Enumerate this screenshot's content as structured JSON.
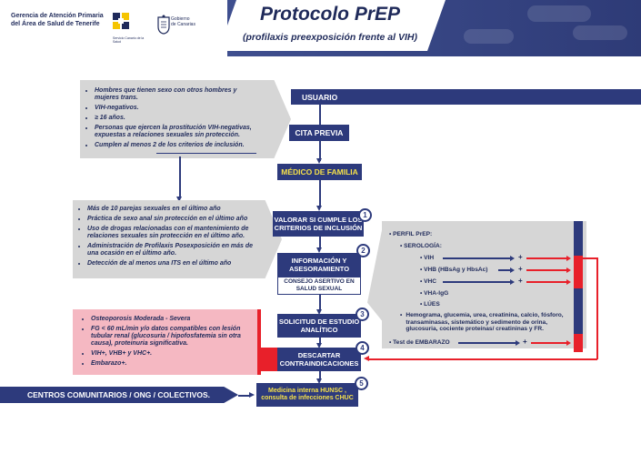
{
  "header": {
    "org_line1": "Gerencia de Atención Primaria",
    "org_line2": "del Área de Salud de Tenerife",
    "sms_text": "Servicio Canario de la Salud",
    "gob_line1": "Gobierno",
    "gob_line2": "de Canarias",
    "title": "Protocolo PrEP",
    "subtitle": "(profilaxis preexposición frente al VIH)"
  },
  "criteria_box": {
    "items": [
      "Hombres que tienen sexo con otros hombres y mujeres trans.",
      "VIH-negativos.",
      "≥ 16 años.",
      "Personas que ejercen la prostitución VIH-negativas, expuestas a relaciones sexuales sin protección.",
      "Cumplen al menos 2 de los criterios de inclusión."
    ]
  },
  "inclusion_box": {
    "items": [
      "Más de 10 parejas sexuales en el último año",
      "Práctica de sexo anal sin protección en el último año",
      "Uso de drogas relacionadas con el mantenimiento de relaciones sexuales sin protección en el último año.",
      "Administración de Profilaxis Posexposición en más de una ocasión en el último año.",
      "Detección de al menos una ITS en el último año"
    ]
  },
  "contra_box": {
    "items": [
      "Osteoporosis Moderada - Severa",
      "FG < 60 mL/min y/o datos compatibles con lesión tubular renal (glucosuria / hipofosfatemia sin otra causa), proteinuria significativa.",
      "VIH+, VHB+ y VHC+.",
      "Embarazo+."
    ]
  },
  "flow": {
    "usuario": "USUARIO",
    "cita": "CITA PREVIA",
    "medico": "MÉDICO DE FAMILIA",
    "valorar": "VALORAR SI CUMPLE LOS CRITERIOS DE INCLUSIÓN",
    "info": "INFORMACIÓN Y ASESORAMIENTO",
    "consejo": "CONSEJO ASERTIVO EN SALUD SEXUAL",
    "solicitud": "SOLICITUD DE ESTUDIO ANALÍTICO",
    "descartar": "DESCARTAR CONTRAINDICACIONES",
    "medicina": "Medicina interna HUNSC , consulta de infecciones CHUC",
    "centros": "CENTROS COMUNITARIOS / ONG / COLECTIVOS.",
    "n1": "1",
    "n2": "2",
    "n3": "3",
    "n4": "4",
    "n5": "5"
  },
  "perfil": {
    "title": "PERFIL PrEP:",
    "serologia": "SEROLOGÍA:",
    "vih": "VIH",
    "vhb": "VHB (HBsAg y HbsAc)",
    "vhc": "VHC",
    "vha": "VHA-IgG",
    "lues": "LÚES",
    "hemograma": "Hemograma, glucemia, urea, creatinina, calcio, fósforo, transaminasas, sistemático y sedimento de orina, glucosuria, cociente proteínas/ creatininas y FR.",
    "test": "Test de EMBARAZO",
    "plus": "+"
  },
  "colors": {
    "navy": "#2d3a7c",
    "red": "#e8202a",
    "pink": "#f5b8c2",
    "gray": "#d6d6d6"
  }
}
